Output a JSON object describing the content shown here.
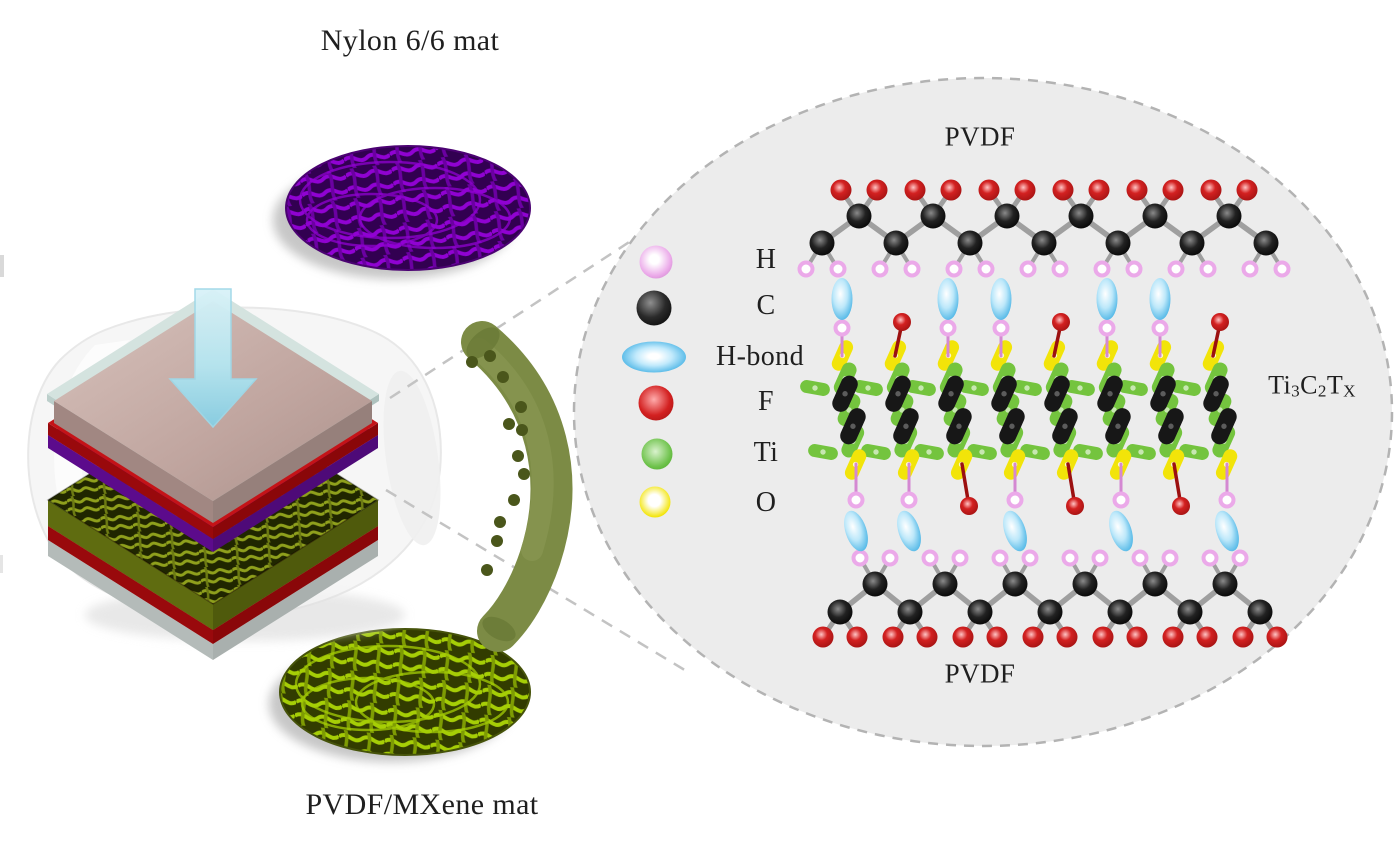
{
  "figure": {
    "title_labels": {
      "nylon_mat": "Nylon 6/6 mat",
      "pvdf_mxene_mat": "PVDF/MXene mat",
      "pvdf_top": "PVDF",
      "pvdf_bottom": "PVDF"
    },
    "mxene_formula": {
      "base1": "Ti",
      "sub1": "3",
      "base2": "C",
      "sub2": "2",
      "base3": "T",
      "sub3": "X"
    },
    "legend": {
      "items": [
        {
          "label": "H",
          "shape": "circle",
          "color": "#eba9e9"
        },
        {
          "label": "C",
          "shape": "circle",
          "color": "#1c1c1c"
        },
        {
          "label": "H-bond",
          "shape": "ellipse",
          "color": "#2fa8e0"
        },
        {
          "label": "F",
          "shape": "circle",
          "color": "#d32121"
        },
        {
          "label": "Ti",
          "shape": "circle",
          "color": "#6dc24a"
        },
        {
          "label": "O",
          "shape": "circle",
          "color": "#f3e50c"
        }
      ]
    },
    "molecular_model": {
      "top_chain": {
        "polymer": "PVDF",
        "backbone_carbons": 13,
        "cf2_groups": 6,
        "ch2_groups": 7
      },
      "bottom_chain": {
        "polymer": "PVDF",
        "backbone_carbons": 13,
        "cf2_groups": 7,
        "ch2_groups": 6
      },
      "mxene_layer": {
        "formula": "Ti3C2Tx",
        "columns": 8,
        "top_terminations": [
          "H",
          "F",
          "H",
          "H",
          "F",
          "H",
          "H",
          "F"
        ],
        "bottom_terminations": [
          "H",
          "H",
          "F",
          "H",
          "F",
          "H",
          "F",
          "H"
        ]
      },
      "h_bonds_top_row": 5,
      "h_bonds_bottom_row": 5
    },
    "colors": {
      "text": "#1f1f1f",
      "bond": "#9f9f9f",
      "h_atom": "#eba9e9",
      "h_ring": "#d488d2",
      "c_atom": "#1c1c1c",
      "hbond": "#2fa8e0",
      "f_atom": "#d32121",
      "f_dark": "#9b1010",
      "ti_atom": "#6dc24a",
      "o_atom": "#f3e50c",
      "mx_green": "#74c43e",
      "mx_yellow": "#f2e409",
      "mx_black": "#171717",
      "ellipse_fill": "#ececec",
      "ellipse_border": "#b3b3b3",
      "cone": "#c3c3c3",
      "nylon_bright": "#9002d2",
      "nylon_mid": "#6b00a2",
      "nylon_dark": "#320051",
      "mxmat_bright": "#a6ce06",
      "mxmat_mid": "#7e9c03",
      "mxmat_dark": "#323c00",
      "plate_pink": "#c0a59f",
      "plate_pink_dark": "#a18782",
      "glass": "#d4e3df",
      "layer_red": "#c41317",
      "layer_red_dark": "#99090c",
      "layer_purple": "#7c12b6",
      "layer_purple_dark": "#5c0b8c",
      "olive_side": "#5f6c10",
      "olive_bright": "#8fa01c",
      "olive_dark": "#202600",
      "base_gray": "#ced5d3",
      "base_side": "#b4bbb9",
      "cylinder": "#f4f4f4",
      "fiber_body": "#7c8b45",
      "fiber_dot": "#4a561b",
      "arrow_light": "#d9f2f8",
      "arrow_deep": "#86cfe4"
    }
  }
}
